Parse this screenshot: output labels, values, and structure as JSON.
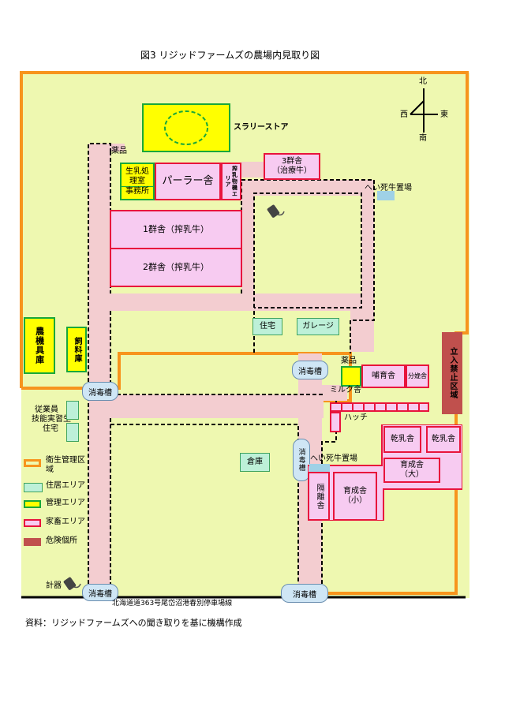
{
  "title": "図3 リジッドファームズの農場内見取り図",
  "compass": {
    "north": "北",
    "south": "南",
    "east": "東",
    "west": "西"
  },
  "buildings": {
    "slurry_store": "スラリーストア",
    "medicine_top": "薬品",
    "milk_room": "生乳処理室",
    "office": "事務所",
    "parlor": "パーラー舎",
    "milk_processing": "搾乳物機エリア",
    "group3": "3群舎",
    "group3_note": "（治療牛）",
    "dead_cow_top": "へい死牛置場",
    "group1": "1群舎（搾乳牛）",
    "group2": "2群舎（搾乳牛）",
    "farm_tools": "農機具庫",
    "feed": "飼料庫",
    "house": "住宅",
    "garage": "ガレージ",
    "no_entry": "立入禁止区域",
    "medicine_mid": "薬品",
    "nursing": "哺育舎",
    "calving": "分娩舎",
    "milk_barn": "ミルク舎",
    "hatch": "ハッチ",
    "workers": "従業員",
    "trainees": "技能実習生",
    "residence": "住宅",
    "warehouse": "倉庫",
    "dry1": "乾乳舎",
    "dry2": "乾乳舎",
    "dead_cow_mid": "へい死牛置場",
    "rearing_big": "育成舎",
    "rearing_big_note": "（大）",
    "isolation": "隔離舎",
    "rearing_small": "育成舎",
    "rearing_small_note": "（小）",
    "meter": "計器",
    "road": "北海道道363号尾岱沼港春別停車場線"
  },
  "disinfection_tanks": [
    "消毒槽",
    "消毒槽",
    "消毒槽",
    "消毒槽",
    "消毒槽"
  ],
  "legend": [
    {
      "label": "衛生管理区域",
      "color": "#f7941d",
      "kind": "outline"
    },
    {
      "label": "住居エリア",
      "color": "#bdf0d8",
      "border": "#3fa35f",
      "kind": "fill"
    },
    {
      "label": "管理エリア",
      "color": "#ffff00",
      "border": "#18a83a",
      "kind": "fill"
    },
    {
      "label": "家畜エリア",
      "color": "#f7cbf1",
      "border": "#e8143c",
      "kind": "fill"
    },
    {
      "label": "危険個所",
      "color": "#c0504d",
      "border": "#c0504d",
      "kind": "fill"
    }
  ],
  "source": "資料：リジッドファームズへの聞き取りを基に機構作成",
  "colors": {
    "ground": "#eef8b0",
    "hygiene": "#f7941d",
    "path": "#f3cdd0",
    "road": "#000000"
  }
}
